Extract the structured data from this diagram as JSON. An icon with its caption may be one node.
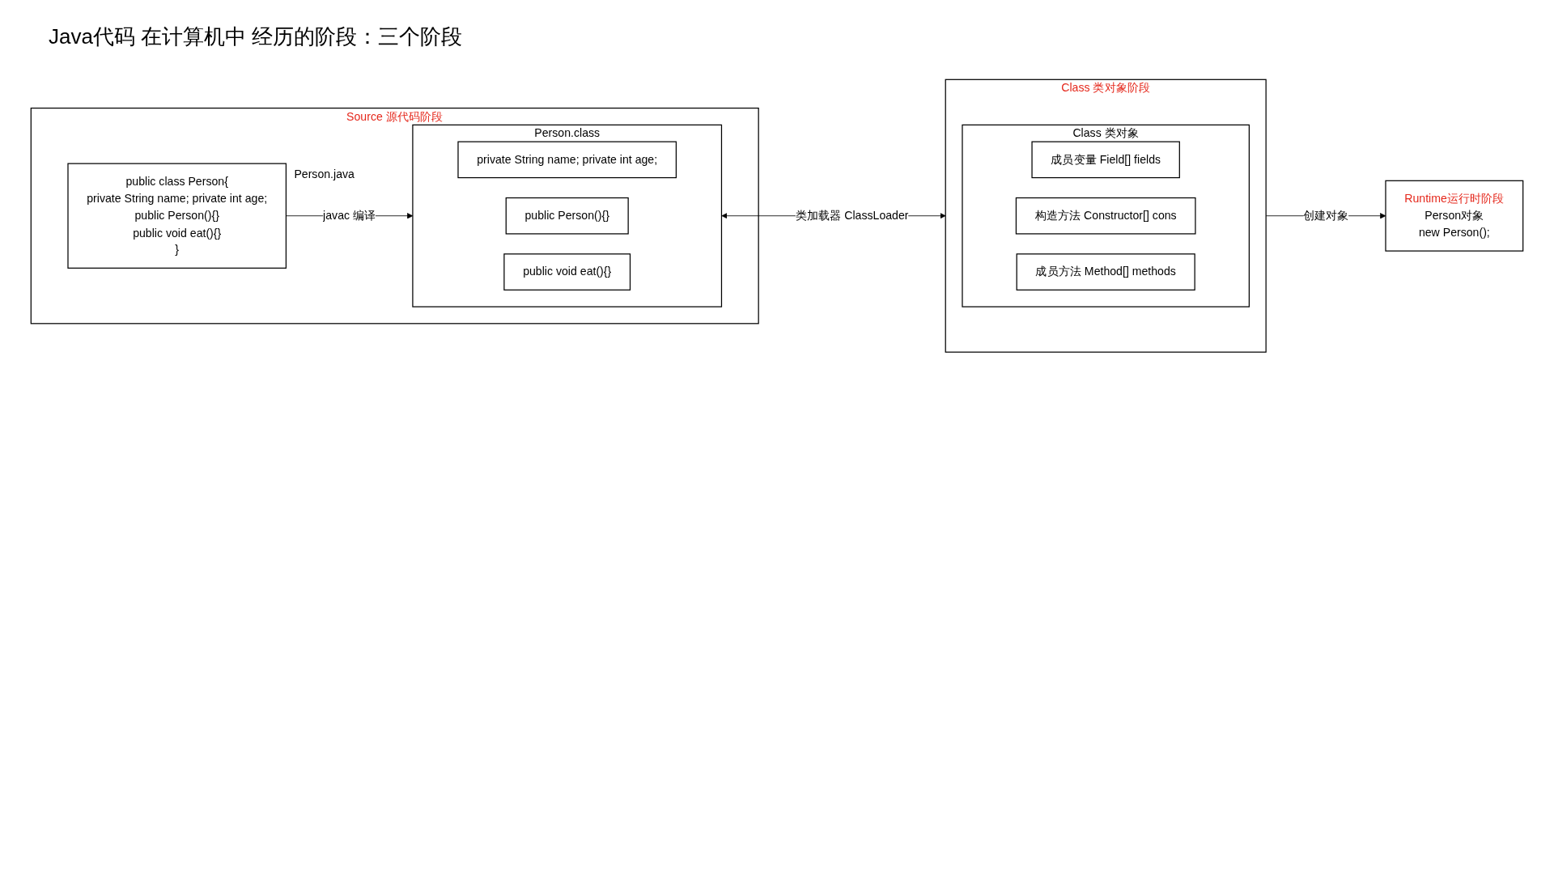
{
  "diagram": {
    "title": "Java代码 在计算机中 经历的阶段：三个阶段",
    "nodes": [
      {
        "text": [
          "Source 源代码阶段"
        ]
      },
      {
        "text": [
          "public class Person{",
          "private String name; private int age;",
          "public Person(){}",
          "public void eat(){}",
          "}"
        ],
        "in": 0,
        "beside": [
          "Person.java"
        ]
      },
      {
        "text": [
          "Person.class"
        ],
        "in": 0
      },
      {
        "text": [
          "private String name; private int age;"
        ],
        "in": 2
      },
      {
        "text": [
          "public Person(){}"
        ],
        "in": 2
      },
      {
        "text": [
          "public void eat(){}"
        ],
        "in": 2
      },
      {
        "text": [
          "Class 类对象阶段"
        ]
      },
      {
        "text": [
          "Class 类对象"
        ],
        "in": 6
      },
      {
        "text": [
          "成员变量 Field[] fields"
        ],
        "in": 7
      },
      {
        "text": [
          "构造方法 Constructor[] cons"
        ],
        "in": 7
      },
      {
        "text": [
          "成员方法 Method[] methods"
        ],
        "in": 7
      },
      {
        "text": [
          "Runtime运行时阶段",
          "Person对象",
          "new Person();"
        ]
      }
    ],
    "edges": [
      {
        "from": 1,
        "to": 2,
        "arrow": "to",
        "label": "javac 编译"
      },
      {
        "from": 2,
        "to": 6,
        "arrow": "both",
        "label": "类加载器 ClassLoader"
      },
      {
        "from": 6,
        "to": 11,
        "arrow": "to",
        "label": "创建对象"
      }
    ]
  }
}
